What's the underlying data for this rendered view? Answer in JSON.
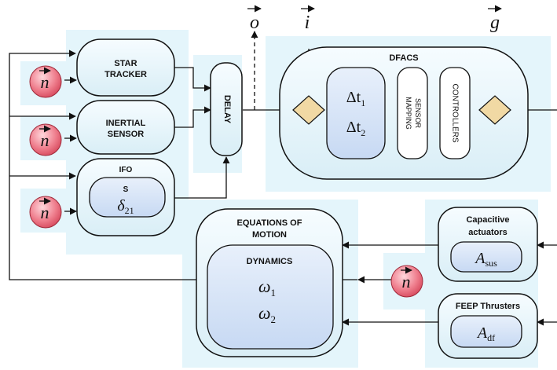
{
  "blocks": {
    "star_tracker": {
      "line1": "STAR",
      "line2": "TRACKER"
    },
    "delay": "DELAY",
    "inertial_sensor": {
      "line1": "INERTIAL",
      "line2": "SENSOR"
    },
    "ifo": {
      "title": "IFO",
      "sub": "S",
      "var": "δ",
      "var_sub": "21"
    },
    "dfacs": {
      "title": "DFACS",
      "dt1": "Δt",
      "dt1_sub": "1",
      "dt2": "Δt",
      "dt2_sub": "2",
      "sensor_mapping_1": "SENSOR",
      "sensor_mapping_2": "MAPPING",
      "controllers": "CONTROLLERS"
    },
    "eom": {
      "line1": "EQUATIONS OF",
      "line2": "MOTION",
      "dynamics": "DYNAMICS",
      "w1": "ω",
      "w1_sub": "1",
      "w2": "ω",
      "w2_sub": "2"
    },
    "capacitive": {
      "line1": "Capacitive",
      "line2": "actuators",
      "var": "A",
      "var_sub": "sus"
    },
    "feep": {
      "title": "FEEP Thrusters",
      "var": "A",
      "var_sub": "df"
    }
  },
  "signals": {
    "o": "o",
    "i": "i",
    "g": "g",
    "n": "n"
  },
  "colors": {
    "panel": "#e6f6fc",
    "block_fill": "#eaf7fb",
    "inner_fill": "#d6e5f8",
    "noise_fill": "#e8687a",
    "diamond_fill": "#f1d9a4"
  }
}
